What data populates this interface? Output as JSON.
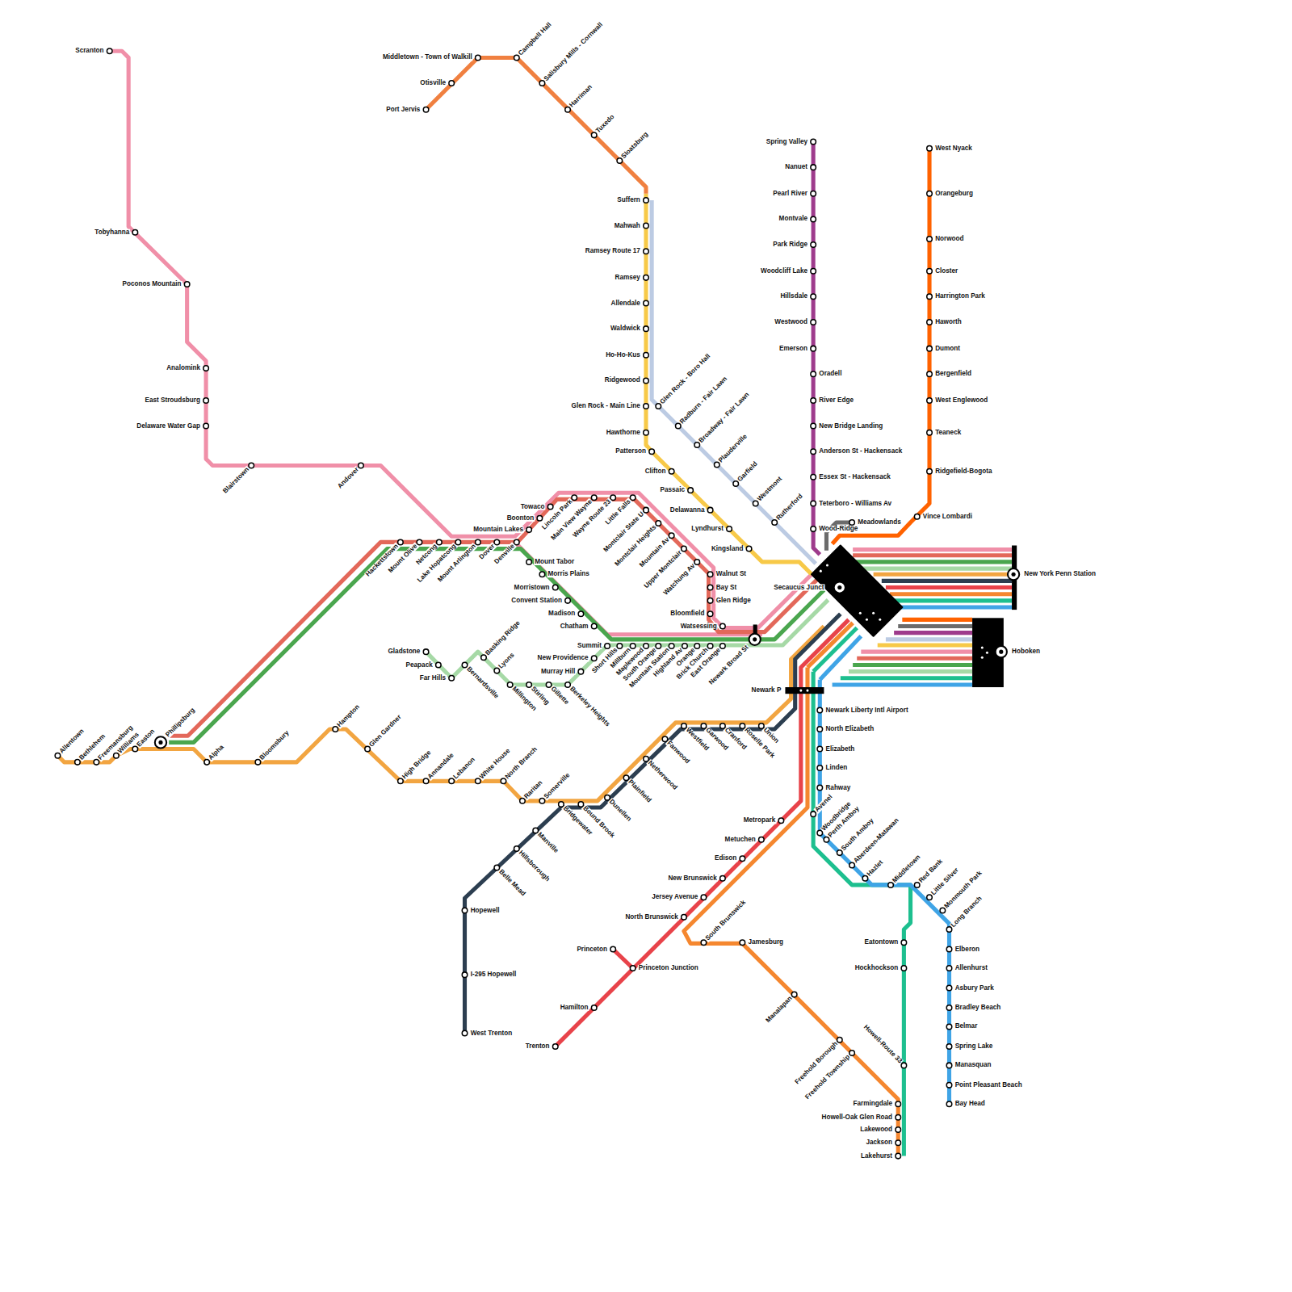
{
  "diagram": {
    "labels": [
      "Scranton",
      "Tobyhanna",
      "Poconos Mountain",
      "Analomink",
      "East Stroudsburg",
      "Delaware Water Gap",
      "Blairstown",
      "Andover",
      "Port Jervis",
      "Otisville",
      "Middletown - Town of Walkill",
      "Campbell Hall",
      "Salisbury Mills - Cornwall",
      "Harriman",
      "Tuxedo",
      "Sloatsburg",
      "Suffern",
      "Mahwah",
      "Ramsey Route 17",
      "Ramsey",
      "Allendale",
      "Waldwick",
      "Ho-Ho-Kus",
      "Ridgewood",
      "Glen Rock - Main Line",
      "Hawthorne",
      "Patterson",
      "Clifton",
      "Passaic",
      "Delawanna",
      "Lyndhurst",
      "Kingsland",
      "Glen Rock - Boro Hall",
      "Radburn - Fair Lawn",
      "Broadway - Fair Lawn",
      "Plauderville",
      "Garfield",
      "Westmont",
      "Rutherford",
      "Spring Valley",
      "Nanuet",
      "Pearl River",
      "Montvale",
      "Park Ridge",
      "Woodcliff Lake",
      "Hillsdale",
      "Westwood",
      "Emerson",
      "Oradell",
      "River Edge",
      "New Bridge Landing",
      "Anderson St - Hackensack",
      "Essex St - Hackensack",
      "Teterboro - Williams Av",
      "Wood-Ridge",
      "Meadowlands",
      "West Nyack",
      "Orangeburg",
      "Norwood",
      "Closter",
      "Harrington Park",
      "Haworth",
      "Dumont",
      "Bergenfield",
      "West Englewood",
      "Teaneck",
      "Ridgefield-Bogota",
      "Vince Lombardi",
      "Secaucus Junct",
      "New York Penn Station",
      "Hoboken",
      "Newark P",
      "Newark Broad St",
      "Hackettstown",
      "Mount Olive",
      "Netcong",
      "Lake Hopatcong",
      "Mount Arlington",
      "Dover",
      "Denville",
      "Mount Tabor",
      "Morris Plains",
      "Morristown",
      "Convent Station",
      "Madison",
      "Chatham",
      "Summit",
      "Short Hills",
      "Millburn",
      "Maplewood",
      "South Orange",
      "Mountain Station",
      "Highland Av",
      "Orange",
      "Brick Church",
      "East Orange",
      "Mountain Lakes",
      "Boonton",
      "Towaco",
      "Lincoln Park",
      "Main View Wayne",
      "Wayne Route 23",
      "Little Falls",
      "Montclair State U",
      "Montclair Heights",
      "Mountain Av",
      "Upper Montclair",
      "Watchung Av",
      "Walnut St",
      "Bay St",
      "Glen Ridge",
      "Bloomfield",
      "Watsessing",
      "Gladstone",
      "Peapack",
      "Far Hills",
      "Bernardsville",
      "Basking Ridge",
      "Lyons",
      "Millington",
      "Stirling",
      "Gillette",
      "Berkeley Heights",
      "Murray Hill",
      "New Providence",
      "Allentown",
      "Bethlehem",
      "Freemansburg",
      "Williams",
      "Easton",
      "Phillipsburg",
      "Alpha",
      "Bloomsbury",
      "Hampton",
      "Glen Gardner",
      "High Bridge",
      "Annandale",
      "Lebanon",
      "White House",
      "North Branch",
      "Raritan",
      "Somerville",
      "Bridgewater",
      "Bound Brook",
      "Dunellen",
      "Plainfield",
      "Netherwood",
      "Fanwood",
      "Westfield",
      "Garwood",
      "Cranford",
      "Roselle Park",
      "Union",
      "Hopewell",
      "I-295 Hopewell",
      "West Trenton",
      "Belle Mead",
      "Hillsborough",
      "Manville",
      "Trenton",
      "Hamilton",
      "Princeton",
      "Princeton Junction",
      "North Brunswick",
      "Jersey Avenue",
      "New Brunswick",
      "Edison",
      "Metuchen",
      "Metropark",
      "Newark Liberty Intl Airport",
      "North Elizabeth",
      "Elizabeth",
      "Linden",
      "Rahway",
      "Avenel",
      "Woodbridge",
      "Perth Amboy",
      "South Amboy",
      "Aberdeen-Matawan",
      "Hazlet",
      "Middletown",
      "Red Bank",
      "Little Silver",
      "Monmouth Park",
      "Long Branch",
      "Elberon",
      "Allenhurst",
      "Asbury Park",
      "Bradley Beach",
      "Belmar",
      "Spring Lake",
      "Manasquan",
      "Point Pleasant Beach",
      "Bay Head",
      "Eatontown",
      "Hockhockson",
      "Howell-Route 33",
      "Farmingdale",
      "Howell-Oak Glen Road",
      "Lakewood",
      "Jackson",
      "Lakehurst",
      "South Brunswick",
      "Jamesburg",
      "Manalapan",
      "Freehold Borough",
      "Freehold Township"
    ]
  }
}
